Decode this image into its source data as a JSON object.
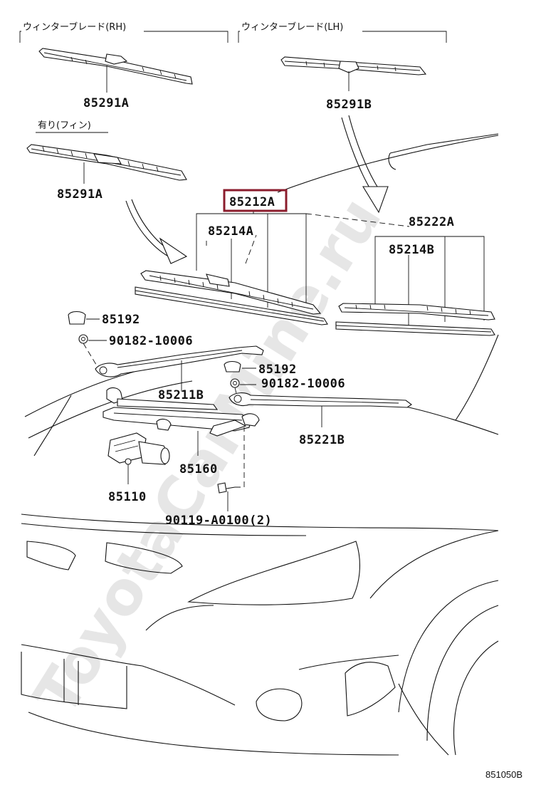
{
  "headers": {
    "rh": "ウィンターブレード(RH)",
    "lh": "ウィンターブレード(LH)",
    "fin": "有り(フィン)"
  },
  "labels": {
    "p85291A_top": "85291A",
    "p85291B": "85291B",
    "p85291A_fin": "85291A",
    "p85212A": "85212A",
    "p85214A": "85214A",
    "p85222A": "85222A",
    "p85214B": "85214B",
    "p85192_left": "85192",
    "p90182_left": "90182-10006",
    "p85192_right": "85192",
    "p90182_right": "90182-10006",
    "p85211B": "85211B",
    "p85221B": "85221B",
    "p85160": "85160",
    "p85110": "85110",
    "p90119": "90119-A0100(2)"
  },
  "highlight": {
    "part": "85212A",
    "color": "#8b1c2c"
  },
  "watermark": "ToyotaCarMine.ru",
  "figure_code": "851050B"
}
